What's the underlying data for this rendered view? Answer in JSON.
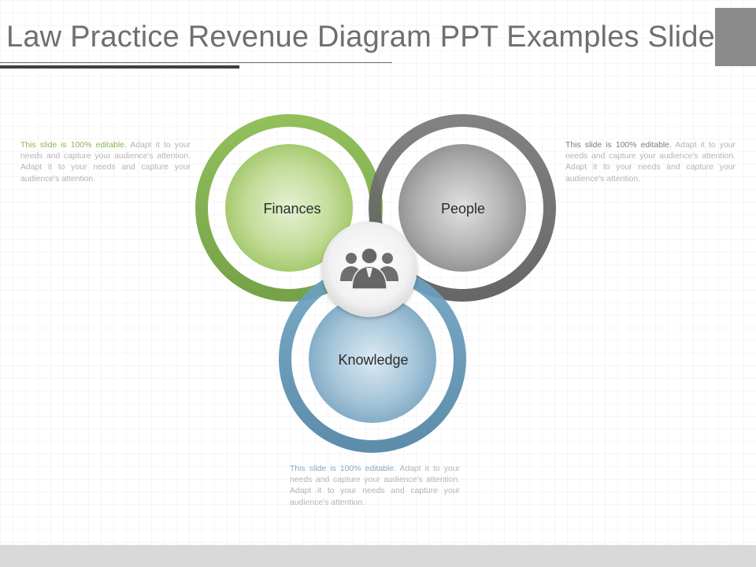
{
  "slide": {
    "title": "Law Practice Revenue Diagram PPT Examples Slides"
  },
  "diagram": {
    "nodes": [
      {
        "id": "finances",
        "label": "Finances"
      },
      {
        "id": "people",
        "label": "People"
      },
      {
        "id": "knowledge",
        "label": "Knowledge"
      }
    ],
    "center_icon": "team-people-icon"
  },
  "notes": {
    "finances": {
      "lead": "This slide is 100% editable.",
      "body": " Adapt it to your needs and capture your audience's attention. Adapt it to your needs and capture your audience's attention."
    },
    "people": {
      "lead": "This slide is 100% editable.",
      "body": " Adapt it to your needs and capture your audience's attention. Adapt it to your needs and capture your audience's attention."
    },
    "knowledge": {
      "lead": "This slide is 100% editable.",
      "body": " Adapt it to your needs and capture your audience's attention. Adapt it to your needs and capture your audience's attention."
    }
  },
  "colors": {
    "finances": "#7fae4a",
    "people": "#6d6d6d",
    "knowledge": "#5f93b3",
    "title": "#6f6f6f"
  }
}
